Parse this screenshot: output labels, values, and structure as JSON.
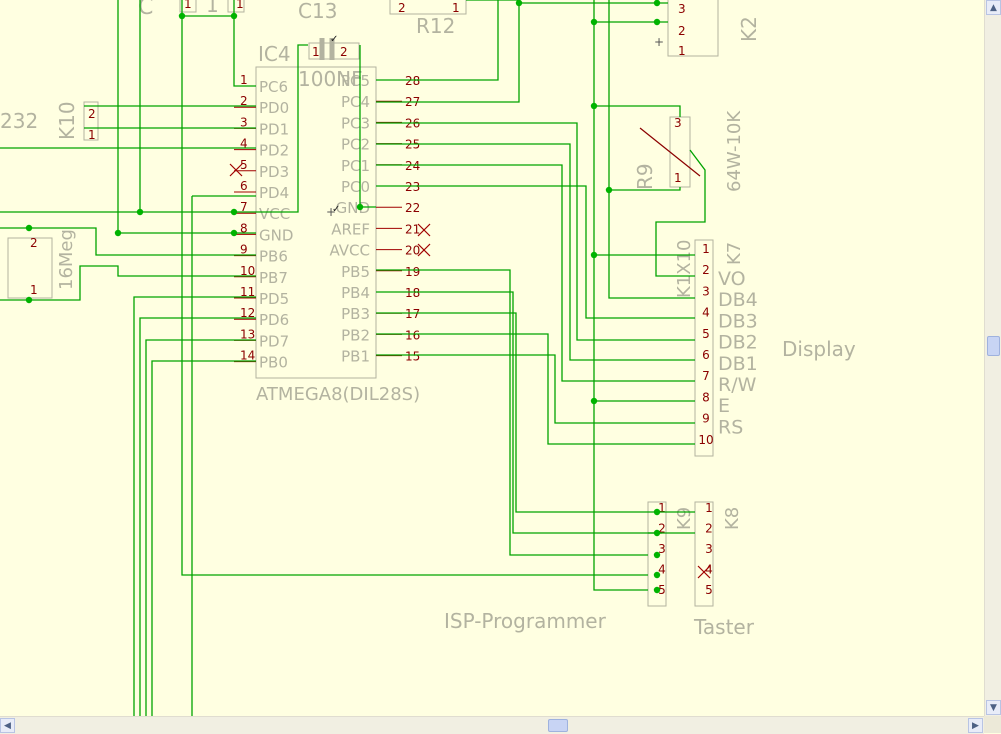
{
  "components": {
    "ic4": {
      "ref": "IC4",
      "value": "ATMEGA8(DIL28S)",
      "left_pins": [
        {
          "num": "1",
          "name": "PC6"
        },
        {
          "num": "2",
          "name": "PD0"
        },
        {
          "num": "3",
          "name": "PD1"
        },
        {
          "num": "4",
          "name": "PD2"
        },
        {
          "num": "5",
          "name": "PD3"
        },
        {
          "num": "6",
          "name": "PD4"
        },
        {
          "num": "7",
          "name": "VCC"
        },
        {
          "num": "8",
          "name": "GND"
        },
        {
          "num": "9",
          "name": "PB6"
        },
        {
          "num": "10",
          "name": "PB7"
        },
        {
          "num": "11",
          "name": "PD5"
        },
        {
          "num": "12",
          "name": "PD6"
        },
        {
          "num": "13",
          "name": "PD7"
        },
        {
          "num": "14",
          "name": "PB0"
        }
      ],
      "right_pins": [
        {
          "num": "28",
          "name": "PC5"
        },
        {
          "num": "27",
          "name": "PC4"
        },
        {
          "num": "26",
          "name": "PC3"
        },
        {
          "num": "25",
          "name": "PC2"
        },
        {
          "num": "24",
          "name": "PC1"
        },
        {
          "num": "23",
          "name": "PC0"
        },
        {
          "num": "22",
          "name": "GND"
        },
        {
          "num": "21",
          "name": "AREF"
        },
        {
          "num": "20",
          "name": "AVCC"
        },
        {
          "num": "19",
          "name": "PB5"
        },
        {
          "num": "18",
          "name": "PB4"
        },
        {
          "num": "17",
          "name": "PB3"
        },
        {
          "num": "16",
          "name": "PB2"
        },
        {
          "num": "15",
          "name": "PB1"
        }
      ]
    },
    "c13": {
      "ref": "C13",
      "value": "100NF",
      "pin1": "1",
      "pin2": "2"
    },
    "r12": {
      "ref": "R12",
      "pin2": "2",
      "pin1": "1"
    },
    "k2": {
      "ref": "K2",
      "pins": [
        "3",
        "2",
        "1"
      ]
    },
    "k10": {
      "ref": "K10",
      "value": "232",
      "pins": [
        "2",
        "1"
      ]
    },
    "r9": {
      "ref": "R9",
      "value": "64W-10K",
      "pins": [
        "3",
        "1"
      ]
    },
    "xtal": {
      "value": "16Meg",
      "pins": [
        "2",
        "1"
      ]
    },
    "k7": {
      "ref": "K7",
      "value": "K1X10",
      "pins": [
        "1",
        "2",
        "3",
        "4",
        "5",
        "6",
        "7",
        "8",
        "9",
        "10"
      ],
      "labels": [
        "VO",
        "DB4",
        "DB3",
        "DB2",
        "DB1",
        "R/W",
        "E",
        "RS"
      ],
      "title": "Display"
    },
    "k9": {
      "ref": "K9",
      "pins": [
        "1",
        "2",
        "3",
        "4",
        "5"
      ],
      "title": "ISP-Programmer"
    },
    "k8": {
      "ref": "K8",
      "pins": [
        "1",
        "2",
        "3",
        "4",
        "5"
      ],
      "title": "Taster"
    },
    "partial": {
      "top_c": "C",
      "top_1": "1",
      "top_pin": "1"
    }
  },
  "colors": {
    "background": "#ffffe1",
    "wire": "#00a300",
    "pin_text": "#8b0000",
    "label": "#b3b3a0"
  }
}
